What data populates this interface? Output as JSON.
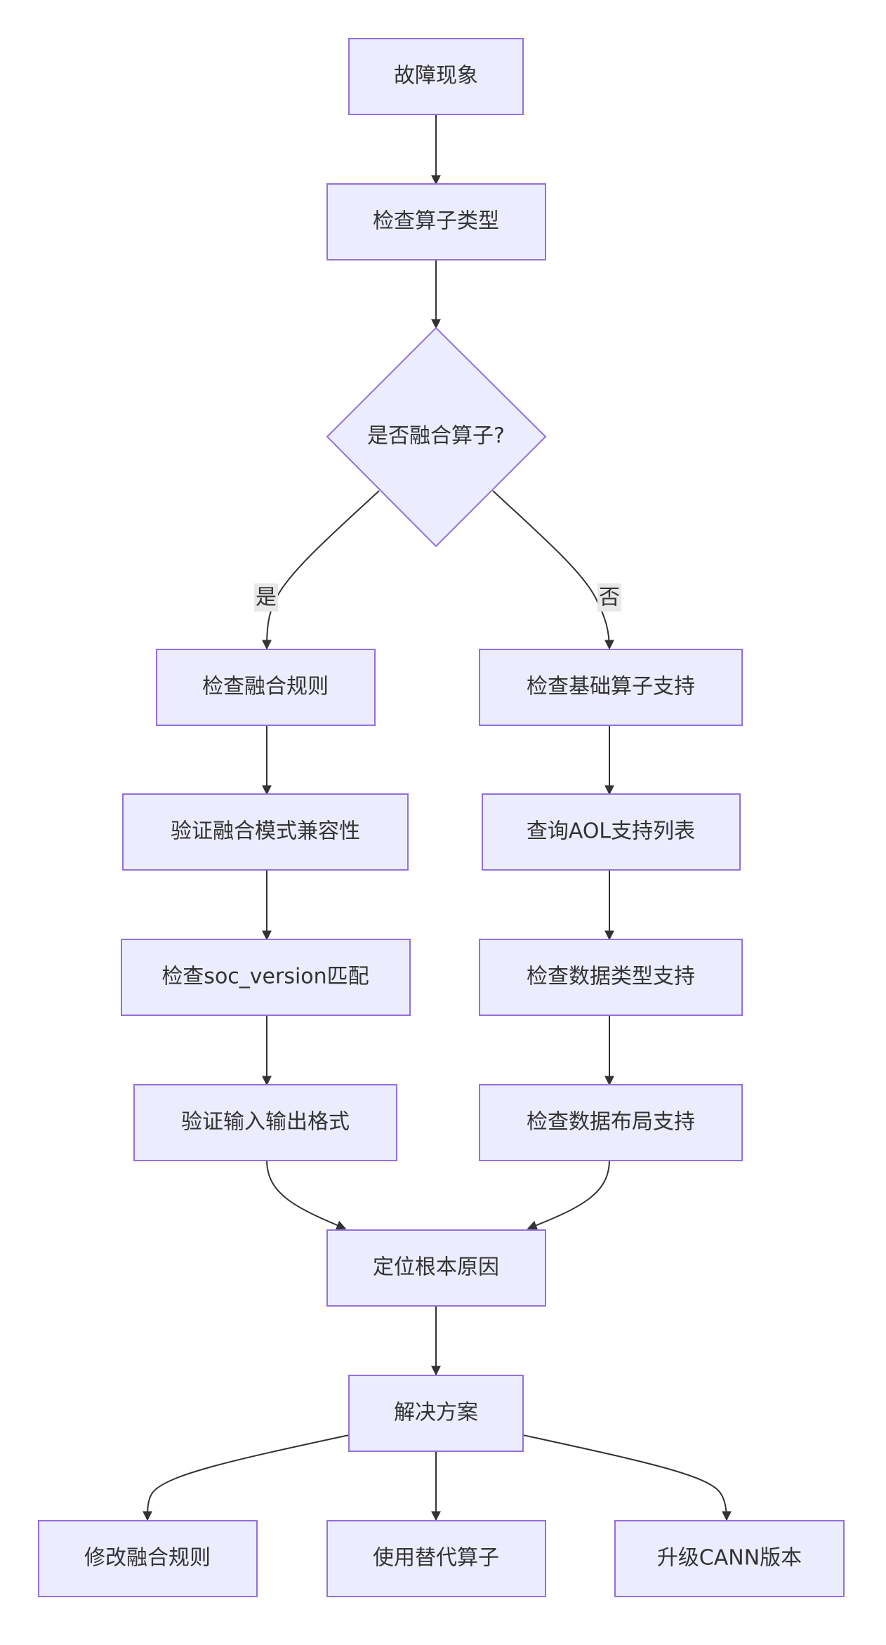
{
  "diagram": {
    "nodes": {
      "fault": "故障现象",
      "check_op_type": "检查算子类型",
      "is_fused": "是否融合算子?",
      "check_fusion_rules": "检查融合规则",
      "check_base_support": "检查基础算子支持",
      "verify_fusion_compat": "验证融合模式兼容性",
      "query_aol": "查询AOL支持列表",
      "check_soc_version": "检查soc_version匹配",
      "check_dtype_support": "检查数据类型支持",
      "verify_io_format": "验证输入输出格式",
      "check_layout_support": "检查数据布局支持",
      "locate_root_cause": "定位根本原因",
      "solution": "解决方案",
      "modify_fusion_rules": "修改融合规则",
      "use_alt_op": "使用替代算子",
      "upgrade_cann": "升级CANN版本"
    },
    "edge_labels": {
      "yes": "是",
      "no": "否"
    },
    "colors": {
      "node_fill": "#ececff",
      "node_stroke": "#9370db",
      "edge": "#333333",
      "label_bg": "#e8e8e8"
    }
  }
}
